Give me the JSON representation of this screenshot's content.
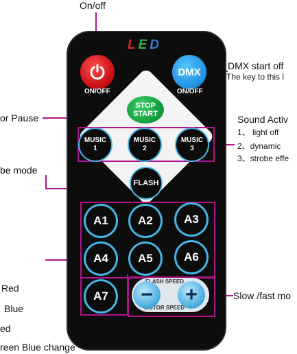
{
  "callouts": {
    "onoff_top": "On/off",
    "dmx_title": "DMX start off",
    "dmx_sub": "The key to this l",
    "pause": "or Pause",
    "sound_title": "Sound Activ",
    "sound_1": "1、 light off",
    "sound_2": "2、dynamic",
    "sound_3": "3、strobe effe",
    "strobe": "be mode",
    "red": "Red",
    "blue": "Blue",
    "ed": "ed",
    "change": "reen Blue change",
    "slowfast": "Slow /fast mo"
  },
  "remote": {
    "brand": [
      "L",
      "E",
      "D"
    ],
    "power_label": "ON/OFF",
    "dmx_text": "DMX",
    "dmx_label": "ON/OFF",
    "stop_line1": "STOP",
    "stop_line2": "START",
    "music_buttons": [
      {
        "line1": "MUSIC",
        "line2": "1"
      },
      {
        "line1": "MUSIC",
        "line2": "2"
      },
      {
        "line1": "MUSIC",
        "line2": "3"
      }
    ],
    "flash": "FLASH",
    "a_buttons": [
      "A1",
      "A2",
      "A3",
      "A4",
      "A5",
      "A6",
      "A7"
    ],
    "flash_speed": "FLASH SPEED",
    "motor_speed": "MOTOR SPEED",
    "minus": "−",
    "plus": "+"
  },
  "colors": {
    "accent_magenta": "#b0148c",
    "power_red": "#d81b20",
    "dmx_blue": "#1e8fe0",
    "stop_green": "#1fae4a",
    "button_ring": "#46b6e6"
  }
}
